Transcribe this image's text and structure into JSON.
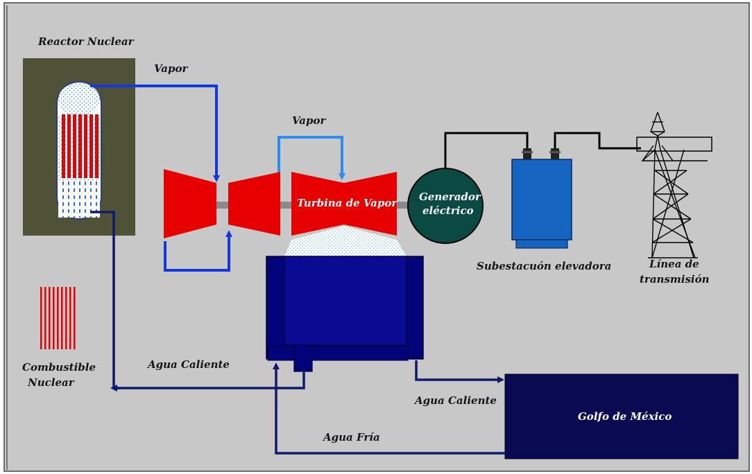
{
  "colors": {
    "background": "#c8c8c8",
    "reactor_housing": "#4f5236",
    "turbine": "#e60000",
    "condenser": "#03037a",
    "generator": "#0b4a42",
    "substation": "#1565c0",
    "gulf": "#0a0a52",
    "steam_pipe": "#1537e0",
    "hot_water_pipe": "#0f1a6b"
  },
  "labels": {
    "reactor": "Reactor Nuclear",
    "steam_1": "Vapor",
    "steam_2": "Vapor",
    "turbine": "Turbina de Vapor",
    "generator_line1": "Generador",
    "generator_line2": "eléctrico",
    "substation": "Subestacuón elevadora",
    "line_line1": "Línea de",
    "line_line2": "transmisión",
    "fuel_line1": "Combustible",
    "fuel_line2": "Nuclear",
    "hot_water_1": "Agua Caliente",
    "hot_water_2": "Agua Caliente",
    "cold_water": "Agua Fría",
    "gulf": "Golfo de México"
  },
  "icons": {
    "reactor": "reactor-vessel-icon",
    "turbine": "steam-turbine-icon",
    "generator": "generator-icon",
    "substation": "transformer-icon",
    "tower": "transmission-tower-icon",
    "fuel": "fuel-rods-icon"
  }
}
